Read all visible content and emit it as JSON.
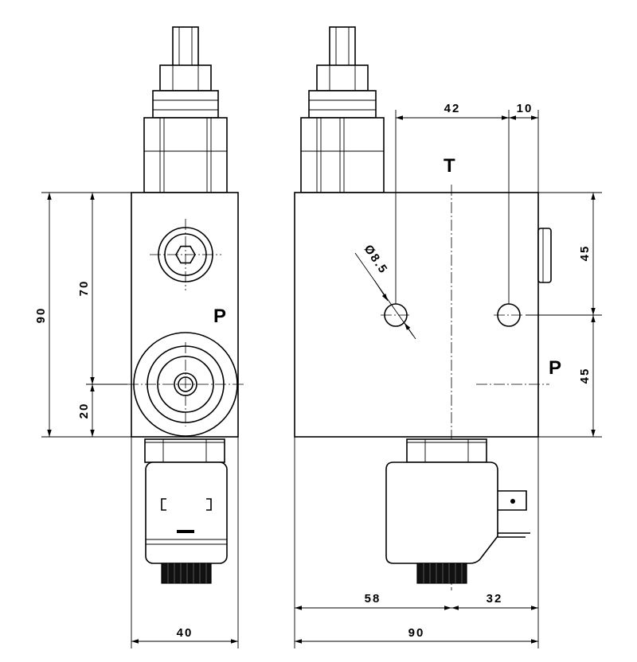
{
  "ports": {
    "left_p": "P",
    "right_t": "T",
    "right_p": "P"
  },
  "dimensions": {
    "left_height_total": "90",
    "left_height_upper": "70",
    "left_height_lower": "20",
    "left_width": "40",
    "hole_spacing": "42",
    "hole_edge": "10",
    "hole_diameter": "Ø8.5",
    "right_upper": "45",
    "right_lower": "45",
    "bottom_left": "58",
    "bottom_right": "32",
    "bottom_total": "90"
  }
}
